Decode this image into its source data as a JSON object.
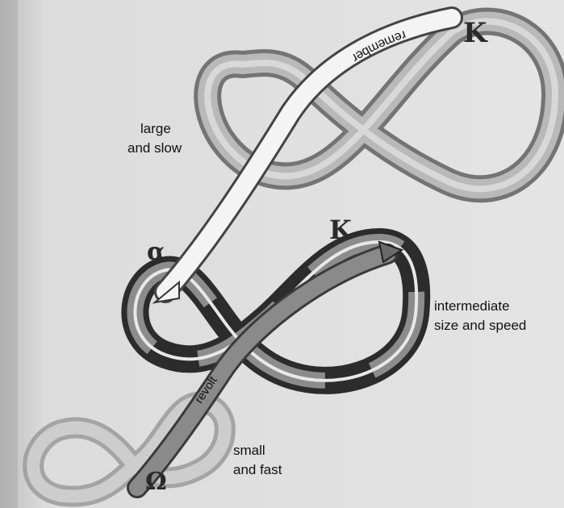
{
  "scales": [
    {
      "id": "large",
      "caption_line1": "large",
      "caption_line2": "and slow"
    },
    {
      "id": "intermediate",
      "caption_line1": "intermediate",
      "caption_line2": "size and speed"
    },
    {
      "id": "small",
      "caption_line1": "small",
      "caption_line2": "and fast"
    }
  ],
  "phase_labels": {
    "large_K": "K",
    "intermediate_K": "K",
    "alpha": "α",
    "omega": "Ω"
  },
  "connections": {
    "remember": "remember",
    "revolt": "revolt"
  }
}
